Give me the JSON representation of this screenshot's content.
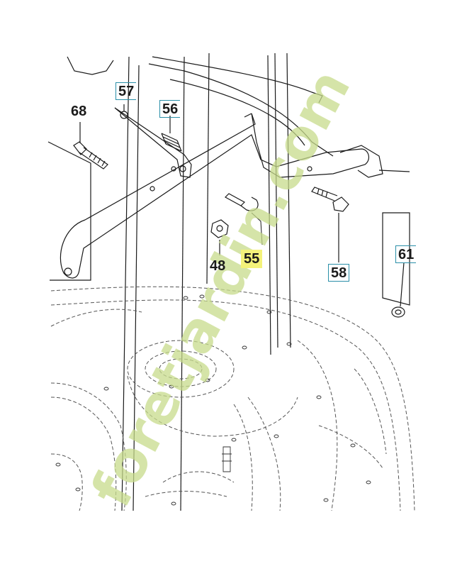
{
  "callouts": [
    {
      "id": "57",
      "label": "57",
      "style": "boxed"
    },
    {
      "id": "56",
      "label": "56",
      "style": "boxed"
    },
    {
      "id": "68",
      "label": "68",
      "style": "plain"
    },
    {
      "id": "48",
      "label": "48",
      "style": "plain"
    },
    {
      "id": "55",
      "label": "55",
      "style": "highlight"
    },
    {
      "id": "58",
      "label": "58",
      "style": "boxed"
    },
    {
      "id": "61",
      "label": "61",
      "style": "boxed"
    }
  ],
  "watermark": {
    "text": "foretjardin.com"
  },
  "colors": {
    "line": "#1a1a1a",
    "dashed": "#555555",
    "callout_box": "#2a8fa8",
    "highlight": "#f4f27a",
    "watermark": "#c8dc8c"
  }
}
